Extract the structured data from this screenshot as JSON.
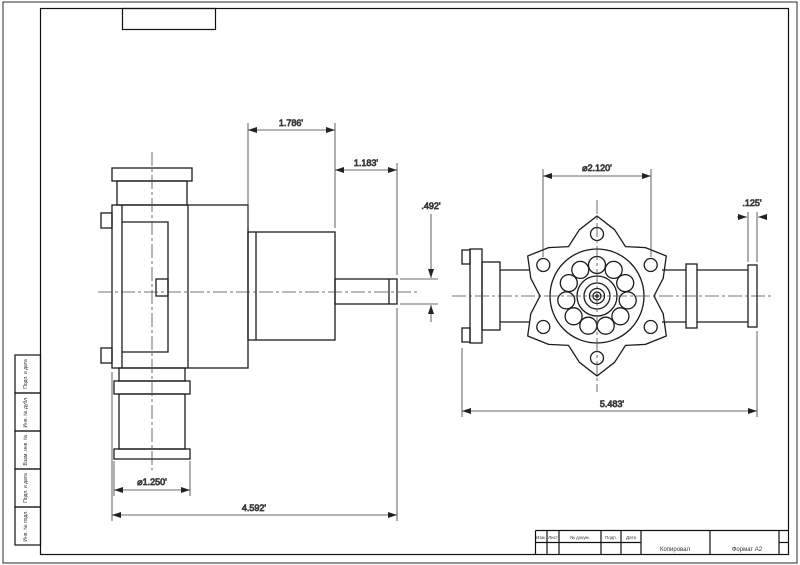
{
  "frame": {
    "format_label": "Формат А2",
    "copied_by_label": "Копировал",
    "title_columns": [
      "Изм.",
      "Лист",
      "№ докум.",
      "Подп.",
      "Дата"
    ],
    "side_stamps": [
      "Подп. и дата",
      "Инв. № дубл.",
      "Взам. инв. №",
      "Подп. и дата",
      "Инв. № подл."
    ]
  },
  "side_view": {
    "dims": {
      "cylinder_length": "1.786'",
      "shaft_length": "1.183'",
      "shaft_diameter": ".492'",
      "hose_barb_diameter": "⌀1.250'",
      "overall_length": "4.592'"
    }
  },
  "front_view": {
    "dims": {
      "bolt_circle_diameter": "⌀2.120'",
      "barb_ridge": ".125'",
      "overall_width": "5.483'"
    }
  }
}
